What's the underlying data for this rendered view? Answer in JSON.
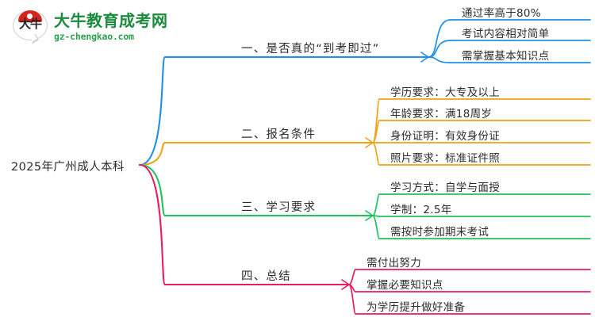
{
  "logo": {
    "mark_text": "大牛",
    "title": "大牛教育成考网",
    "subtitle": "gz-chengkao.com",
    "title_color": "#1a8a3c",
    "subtitle_color": "#2ba14e",
    "cap_color": "#d6231c"
  },
  "mindmap": {
    "root": {
      "label": "2025年广州成人本科"
    },
    "branches": [
      {
        "label": "一、是否真的“到考即过”",
        "color": "#1e90e8",
        "children": [
          {
            "label": "通过率高于80%"
          },
          {
            "label": "考试内容相对简单"
          },
          {
            "label": "需掌握基本知识点"
          }
        ]
      },
      {
        "label": "二、报名条件",
        "color": "#eda31a",
        "children": [
          {
            "label": "学历要求：大专及以上"
          },
          {
            "label": "年龄要求：满18周岁"
          },
          {
            "label": "身份证明：有效身份证"
          },
          {
            "label": "照片要求：标准证件照"
          }
        ]
      },
      {
        "label": "三、学习要求",
        "color": "#22c05e",
        "children": [
          {
            "label": "学习方式：自学与面授"
          },
          {
            "label": "学制：2.5年"
          },
          {
            "label": "需按时参加期末考试"
          }
        ]
      },
      {
        "label": "四、总结",
        "color": "#ec1a5e",
        "children": [
          {
            "label": "需付出努力"
          },
          {
            "label": "掌握必要知识点"
          },
          {
            "label": "为学历提升做好准备"
          }
        ]
      }
    ]
  }
}
